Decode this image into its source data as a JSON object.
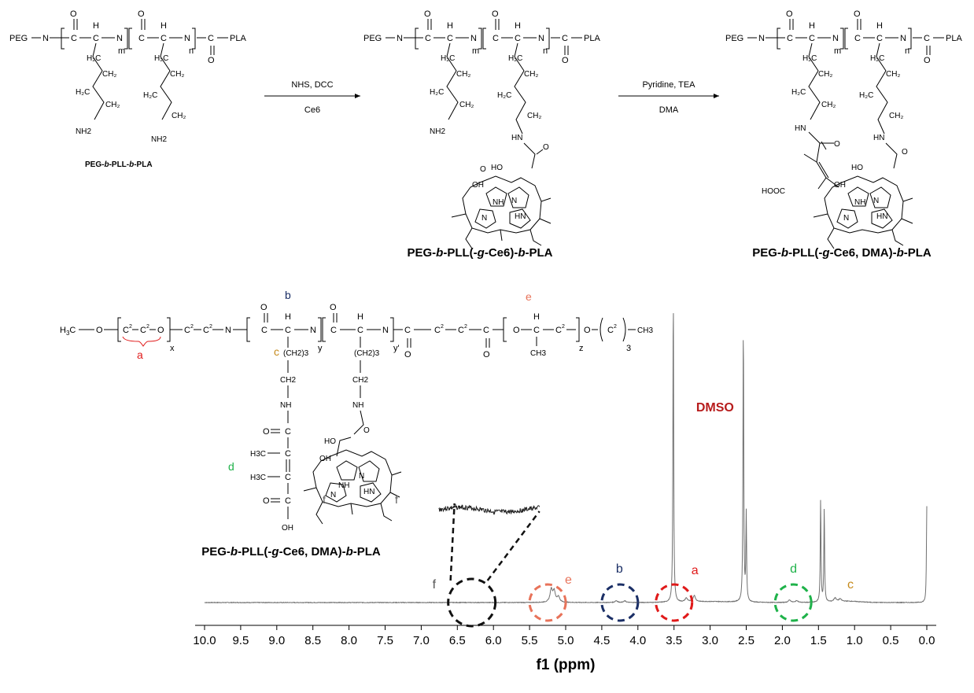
{
  "scheme": {
    "name1": [
      "PEG-",
      "b",
      "-PLL-",
      "b",
      "-PLA"
    ],
    "name2": [
      "PEG-",
      "b",
      "-PLL(-",
      "g",
      "-Ce6)-",
      "b",
      "-PLA"
    ],
    "name3": [
      "PEG-",
      "b",
      "-PLL(-",
      "g",
      "-Ce6, DMA)-",
      "b",
      "-PLA"
    ],
    "arrow1_top": "NHS, DCC",
    "arrow1_bottom": "Ce6",
    "arrow2_top": "Pyridine, TEA",
    "arrow2_bottom": "DMA",
    "peg": "PEG",
    "pla": "PLA",
    "m": "m",
    "n": "n",
    "nh2": "NH2",
    "hn": "HN",
    "hooc": "HOOC",
    "oh": "OH",
    "ho": "HO",
    "o": "O",
    "nh": "NH",
    "n_atom": "N"
  },
  "nmr_structure": {
    "name": [
      "PEG-",
      "b",
      "-PLL(-",
      "g",
      "-Ce6, DMA)-",
      "b",
      "-PLA"
    ],
    "x": "x",
    "y": "y",
    "y2": "y'",
    "z": "z",
    "three": "3",
    "ch3": "CH3",
    "h3c": "H3C",
    "ch2_3": "(CH2)3",
    "ch2": "CH2",
    "nh": "NH",
    "oh": "OH",
    "ho": "HO",
    "o": "O",
    "c": "C",
    "h": "H",
    "n": "N",
    "labels": {
      "a": "a",
      "b": "b",
      "c": "c",
      "d": "d",
      "e": "e",
      "f": "f"
    }
  },
  "colors": {
    "a": "#e01a1a",
    "b": "#1b2f66",
    "c": "#c68a1c",
    "d": "#1fb24a",
    "e": "#e8735a",
    "f": "#555555",
    "dmso": "#b71c1c",
    "spectrum": "#707070"
  },
  "chart_data": {
    "type": "line",
    "xlabel": "f1 (ppm)",
    "xlim": [
      10.0,
      0.0
    ],
    "x_reversed": true,
    "ticks": [
      "10.0",
      "9.5",
      "9.0",
      "8.5",
      "8.0",
      "7.5",
      "7.0",
      "6.5",
      "6.0",
      "5.5",
      "5.0",
      "4.5",
      "4.0",
      "3.5",
      "3.0",
      "2.5",
      "2.0",
      "1.5",
      "1.0",
      "0.5",
      "0.0"
    ],
    "tick_values": [
      10.0,
      9.5,
      9.0,
      8.5,
      8.0,
      7.5,
      7.0,
      6.5,
      6.0,
      5.5,
      5.0,
      4.5,
      4.0,
      3.5,
      3.0,
      2.5,
      2.0,
      1.5,
      1.0,
      0.5,
      0.0
    ],
    "peaks": [
      {
        "ppm": 5.2,
        "height": 0.04
      },
      {
        "ppm": 5.16,
        "height": 0.035
      },
      {
        "ppm": 5.1,
        "height": 0.018
      },
      {
        "ppm": 4.3,
        "height": 0.006
      },
      {
        "ppm": 4.18,
        "height": 0.005
      },
      {
        "ppm": 3.51,
        "height": 1.0
      },
      {
        "ppm": 3.33,
        "height": 0.012
      },
      {
        "ppm": 3.22,
        "height": 0.02
      },
      {
        "ppm": 2.54,
        "height": 0.9
      },
      {
        "ppm": 2.5,
        "height": 0.28
      },
      {
        "ppm": 1.9,
        "height": 0.008
      },
      {
        "ppm": 1.8,
        "height": 0.006
      },
      {
        "ppm": 1.47,
        "height": 0.33
      },
      {
        "ppm": 1.42,
        "height": 0.3
      },
      {
        "ppm": 1.27,
        "height": 0.012
      },
      {
        "ppm": 1.2,
        "height": 0.008
      },
      {
        "ppm": 0.0,
        "height": 0.31
      }
    ],
    "annotations": [
      {
        "label": "f",
        "ppm": 6.3,
        "circle_color": "#111111"
      },
      {
        "label": "e",
        "ppm": 5.25,
        "circle_color": "#e8735a"
      },
      {
        "label": "b",
        "ppm": 4.25,
        "circle_color": "#1b2f66"
      },
      {
        "label": "a",
        "ppm": 3.5,
        "circle_color": "#e01a1a"
      },
      {
        "label": "d",
        "ppm": 1.85,
        "circle_color": "#1fb24a"
      },
      {
        "label": "c",
        "ppm": 1.1,
        "circle_color": "#c68a1c"
      }
    ],
    "solvent_label": "DMSO"
  }
}
